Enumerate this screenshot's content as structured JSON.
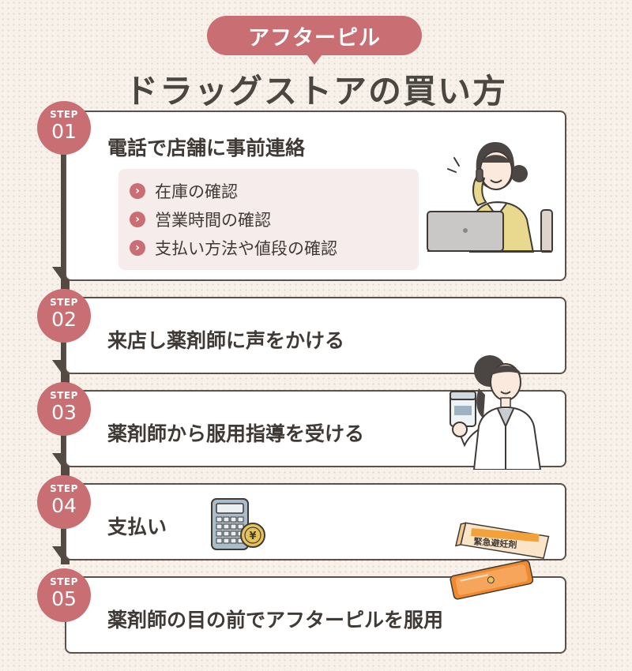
{
  "header": {
    "badge": "アフターピル",
    "title": "ドラッグストアの買い方"
  },
  "step_prefix": "STEP",
  "steps": [
    {
      "number": "01",
      "title": "電話で店舗に事前連絡",
      "checklist": [
        "在庫の確認",
        "営業時間の確認",
        "支払い方法や値段の確認"
      ]
    },
    {
      "number": "02",
      "title": "来店し薬剤師に声をかける"
    },
    {
      "number": "03",
      "title": "薬剤師から服用指導を受ける"
    },
    {
      "number": "04",
      "title": "支払い"
    },
    {
      "number": "05",
      "title": "薬剤師の目の前でアフターピルを服用"
    }
  ],
  "illustrations": {
    "pill_box_label": "緊急避妊剤",
    "coin_symbol": "¥"
  },
  "colors": {
    "accent": "#c96f73",
    "line": "#534a43",
    "card_border": "#5b514a",
    "text": "#3f3a35"
  }
}
